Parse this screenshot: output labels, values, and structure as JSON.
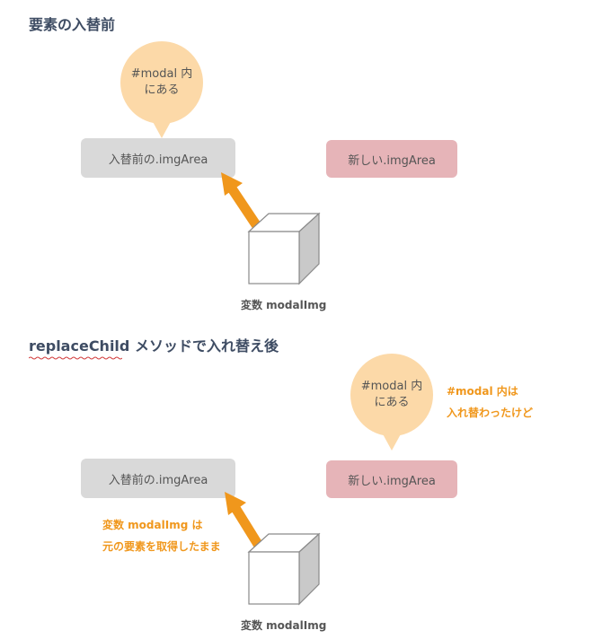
{
  "section1": {
    "title": "要素の入替前",
    "bubble": {
      "line1": "#modal 内",
      "line2": "にある"
    },
    "old_box": "入替前の.imgArea",
    "new_box": "新しい.imgArea",
    "variable_label": "変数 modalImg"
  },
  "section2": {
    "title": "replaceChild メソッドで入れ替え後",
    "bubble": {
      "line1": "#modal 内",
      "line2": "にある"
    },
    "bubble_note": {
      "line1": "#modal 内は",
      "line2": "入れ替わったけど"
    },
    "old_box": "入替前の.imgArea",
    "new_box": "新しい.imgArea",
    "arrow_note": {
      "line1": "変数 modalImg は",
      "line2": "元の要素を取得したまま"
    },
    "variable_label": "変数 modalImg"
  },
  "colors": {
    "bubble": "#fcd9a8",
    "arrow": "#f0971c",
    "old_box": "#d9d9d9",
    "new_box": "#e6b4b8",
    "note_text": "#f0971c",
    "heading": "#3e4c63"
  }
}
